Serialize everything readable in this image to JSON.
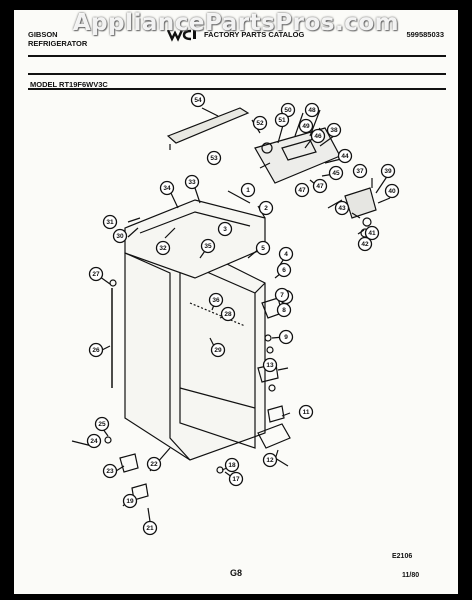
{
  "watermark": "AppliancePartsPros.com",
  "header": {
    "brand_line1": "GIBSON",
    "brand_line2": "REFRIGERATOR",
    "catalog_title": "FACTORY PARTS CATALOG",
    "publication_number": "599585033",
    "logo_icon": "wci-logo"
  },
  "model_label": "MODEL RT19F6WV3C",
  "illustration_code": "E2106",
  "page_number": "G8",
  "revision_date": "11/80",
  "callouts": [
    "1",
    "2",
    "3",
    "4",
    "4",
    "5",
    "6",
    "7",
    "8",
    "9",
    "11",
    "12",
    "13",
    "17",
    "18",
    "19",
    "21",
    "22",
    "23",
    "24",
    "25",
    "26",
    "27",
    "28",
    "29",
    "30",
    "31",
    "32",
    "33",
    "34",
    "35",
    "36",
    "37",
    "38",
    "39",
    "40",
    "41",
    "42",
    "43",
    "44",
    "45",
    "46",
    "47",
    "47",
    "48",
    "49",
    "50",
    "51",
    "52",
    "53",
    "54"
  ]
}
